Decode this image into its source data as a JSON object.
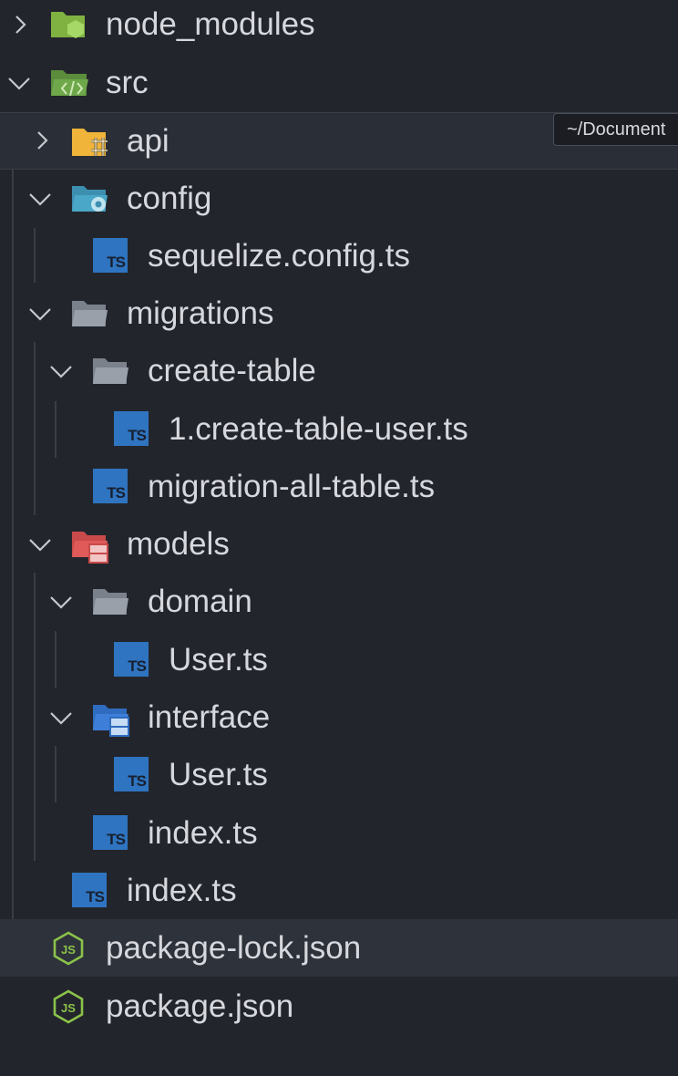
{
  "tree": {
    "items": [
      {
        "label": "node_modules"
      },
      {
        "label": "src"
      },
      {
        "label": "api"
      },
      {
        "label": "config"
      },
      {
        "label": "sequelize.config.ts"
      },
      {
        "label": "migrations"
      },
      {
        "label": "create-table"
      },
      {
        "label": "1.create-table-user.ts"
      },
      {
        "label": "migration-all-table.ts"
      },
      {
        "label": "models"
      },
      {
        "label": "domain"
      },
      {
        "label": "User.ts"
      },
      {
        "label": "interface"
      },
      {
        "label": "User.ts"
      },
      {
        "label": "index.ts"
      },
      {
        "label": "index.ts"
      },
      {
        "label": "package-lock.json"
      },
      {
        "label": "package.json"
      }
    ],
    "ts_badge": "TS",
    "js_badge": "JS"
  },
  "tooltip": {
    "text": "~/Document"
  },
  "colors": {
    "background": "#23252c",
    "ts_icon": "#2f74c0",
    "node_folder": "#8bc34a",
    "api_folder": "#f0b43a",
    "config_folder": "#4aa7c7",
    "models_folder": "#e05a5a",
    "interface_folder": "#3d7fd8",
    "plain_folder": "#8a9099",
    "node_js_icon": "#8bc34a"
  }
}
